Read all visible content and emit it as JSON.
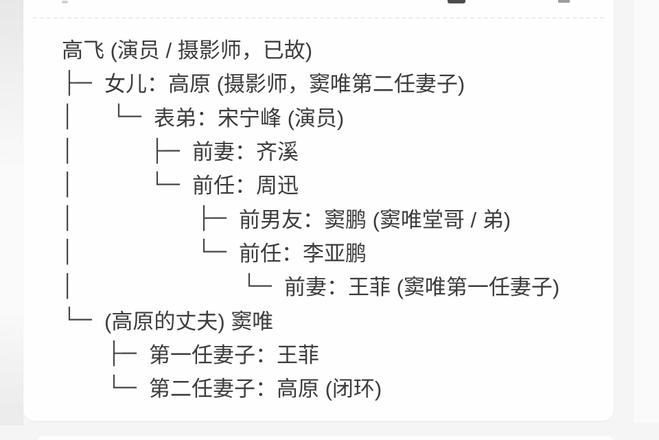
{
  "colors": {
    "page_background": "#f5f5f6",
    "card_background": "#fefefe",
    "text": "#3c3c3c",
    "left_gutter": "#e7e7e8",
    "dashed_divider": "#ececee"
  },
  "tree": {
    "pipe_glyph": "│",
    "lines": [
      {
        "pipe": false,
        "indent": 0,
        "connector": "",
        "text": "高飞 (演员 / 摄影师，已故)"
      },
      {
        "pipe": false,
        "indent": 0,
        "connector": "├─",
        "text": "女儿：高原 (摄影师，窦唯第二任妻子)"
      },
      {
        "pipe": true,
        "indent": 72,
        "connector": "└─",
        "text": "表弟：宋宁峰 (演员)"
      },
      {
        "pipe": true,
        "indent": 128,
        "connector": "├─",
        "text": "前妻：齐溪"
      },
      {
        "pipe": true,
        "indent": 128,
        "connector": "└─",
        "text": "前任：周迅"
      },
      {
        "pipe": true,
        "indent": 196,
        "connector": "├─",
        "text": "前男友：窦鹏 (窦唯堂哥 / 弟)"
      },
      {
        "pipe": true,
        "indent": 196,
        "connector": "└─",
        "text": "前任：李亚鹏"
      },
      {
        "pipe": true,
        "indent": 262,
        "connector": "└─",
        "text": "前妻：王菲 (窦唯第一任妻子)"
      },
      {
        "pipe": false,
        "indent": 0,
        "connector": "└─",
        "text": "(高原的丈夫) 窦唯"
      },
      {
        "pipe": false,
        "indent": 65,
        "connector": "├─",
        "text": "第一任妻子：王菲"
      },
      {
        "pipe": false,
        "indent": 65,
        "connector": "└─",
        "text": "第二任妻子：高原 (闭环)"
      }
    ]
  }
}
